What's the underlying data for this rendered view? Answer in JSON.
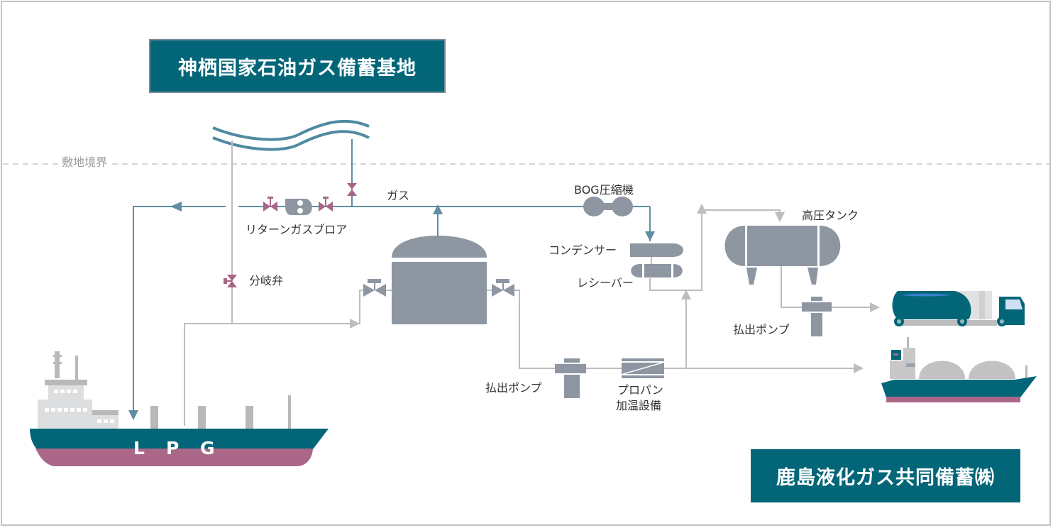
{
  "titles": {
    "top_facility": "神栖国家石油ガス備蓄基地",
    "bottom_company": "鹿島液化ガス共同備蓄㈱"
  },
  "boundary": {
    "label": "敷地境界"
  },
  "labels": {
    "gas": "ガス",
    "return_gas_blower": "リターンガスブロア",
    "branch_valve": "分岐弁",
    "bog_compressor": "BOG圧縮機",
    "condenser": "コンデンサー",
    "receiver": "レシーバー",
    "high_pressure_tank": "高圧タンク",
    "discharge_pump_right": "払出ポンプ",
    "discharge_pump_center": "払出ポンプ",
    "propane_heater_line1": "プロパン",
    "propane_heater_line2": "加温設備"
  },
  "ship": {
    "letters": [
      "L",
      "P",
      "G"
    ]
  },
  "colors": {
    "teal": "#026678",
    "gas_line": "#5f8ea3",
    "liquid_line": "#bdbdbd",
    "equipment": "#8d96a1",
    "valve_accent": "#a96585",
    "hull_bottom": "#aa6787",
    "ship_light": "#dcdedf",
    "ship_grey": "#b9b9b9"
  }
}
